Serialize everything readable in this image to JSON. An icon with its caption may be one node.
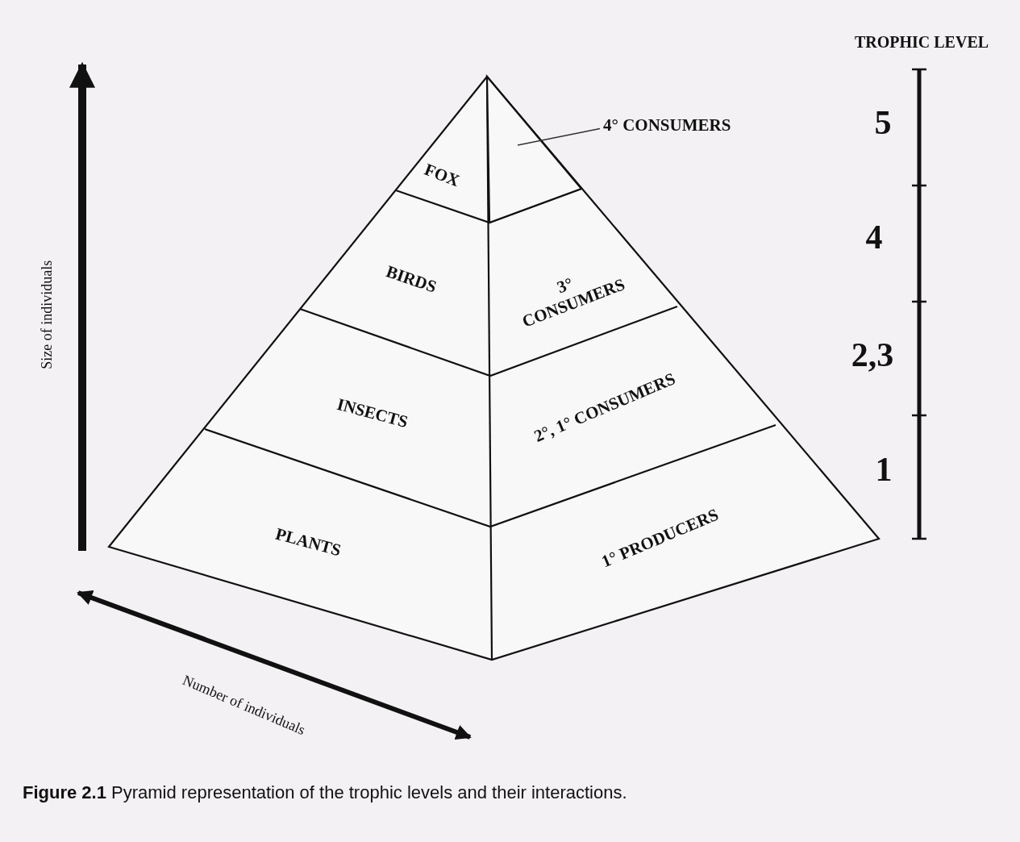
{
  "diagram": {
    "caption": "**Figure 2.1**  Pyramid representation of the trophic levels and their interactions.",
    "nodes": [
      {
        "text": [
          "4° CONSUMERS"
        ]
      },
      {
        "text": [],
        "shape": "triangle"
      }
    ],
    "edges": [
      {
        "from": 0,
        "to": 1,
        "arrow": "none"
      }
    ],
    "labels": [
      "TROPHIC LEVEL",
      "5",
      "FOX",
      "4",
      "BIRDS",
      "3° CONSUMERS",
      "2,3",
      "INSECTS",
      "2°, 1° CONSUMERS",
      "1",
      "PLANTS",
      "1° PRODUCERS",
      "Size of individuals",
      "Number of individuals"
    ]
  }
}
